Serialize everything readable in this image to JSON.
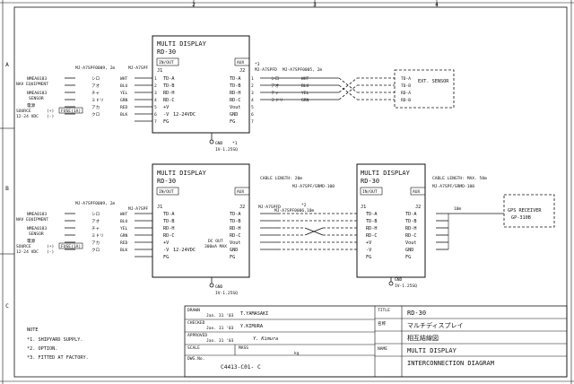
{
  "grid": {
    "columns": [
      "2",
      "3",
      "4"
    ],
    "rows": [
      "A",
      "B",
      "C"
    ]
  },
  "unit_rd30": {
    "title": "MULTI DISPLAY",
    "model": "RD-30",
    "in_out": "IN/OUT",
    "aux": "AUX",
    "j1": "J1",
    "j2": "J2",
    "power": "12-24VDC",
    "power_rating": "DC OUT",
    "power_max": "300mA MAX",
    "gnd": "GND",
    "gnd_wire": "IV-1.25SQ",
    "mark1": "*1",
    "mark3": "*3"
  },
  "pins_left": [
    "TD-A",
    "TD-B",
    "RD-H",
    "RD-C",
    "+V",
    "-V",
    "FG"
  ],
  "pins_j2": [
    "TD-A",
    "TD-B",
    "RD-H",
    "RD-C",
    "Vout",
    "GND",
    "FG"
  ],
  "pin_numbers": [
    "1",
    "2",
    "3",
    "4",
    "5",
    "6",
    "7"
  ],
  "wires": [
    "シロ",
    "アオ",
    "チャ",
    "ミドリ",
    "アカ",
    "クロ"
  ],
  "wire_codes": [
    "WHT",
    "BLU",
    "YEL",
    "GRN",
    "RED",
    "BLK"
  ],
  "wire_codes_right": [
    "WHT",
    "BLU",
    "YEL",
    "GRN"
  ],
  "left_side": {
    "cable": "MJ-A7SPF0009, 2m",
    "cable_label": "MJ-A7SPF",
    "nav1": "NMEA0183",
    "nav1b": "NAV EQUIPMENT",
    "nav2": "NMEA0183",
    "nav2b": "SENSOR",
    "power_label": "電源",
    "source": "SOURCE",
    "vdc": "12-24 VDC",
    "fuse": "FUSE(1A)",
    "plus": "(+)",
    "minus": "(-)"
  },
  "row_a": {
    "right_cable": "MJ-A7SPF0005, 2m",
    "j2_cable": "MJ-A7SPFD",
    "sensor": "EXT. SENSOR",
    "sensor_pins": [
      "TD-A",
      "TD-B",
      "RD-A",
      "RD-B"
    ]
  },
  "row_b": {
    "cable_length": "CABLE LENGTH: 20m",
    "cable_j2": "MJ-A7SPFD",
    "cable_mid": "MJ-A7SPF0006,10m",
    "cable_mid2": "MJ-A7SPF/SRMD-100",
    "mark2": "*2",
    "cable_length2": "CABLE LENGTH: MAX. 50m",
    "cable_right": "MJ-A7SPF/SRMD-100",
    "ten_m": "10m",
    "gps_1": "GPS RECEIVER",
    "gps_2": "GP-310B"
  },
  "notes": {
    "title": "NOTE",
    "n1": "*1. SHIPYARD SUPPLY.",
    "n2": "*2. OPTION.",
    "n3": "*3. FITTED AT FACTORY."
  },
  "title_block": {
    "drawn_label": "DRAWN",
    "drawn_date": "Jan. 31 '03",
    "drawn_by": "T.YAMASAKI",
    "checked_label": "CHECKED",
    "checked_date": "Jan. 31 '03",
    "checked_by": "Y.KIMURA",
    "approved_label": "APPROVED",
    "approved_date": "Jan. 31 '03",
    "approved_sign": "Y. Kimura",
    "scale_label": "SCALE",
    "mass_label": "MASS",
    "mass_unit": "kg",
    "dwg_label": "DWG.No.",
    "dwg_no": "C4413-C01- C",
    "title_label": "TITLE",
    "title_value": "RD-30",
    "name_jp_label": "名称",
    "name_jp": "マルチディスプレイ",
    "diagram_jp": "相互結線図",
    "name_label": "NAME",
    "name_en": "MULTI DISPLAY",
    "diagram_en": "INTERCONNECTION DIAGRAM"
  }
}
